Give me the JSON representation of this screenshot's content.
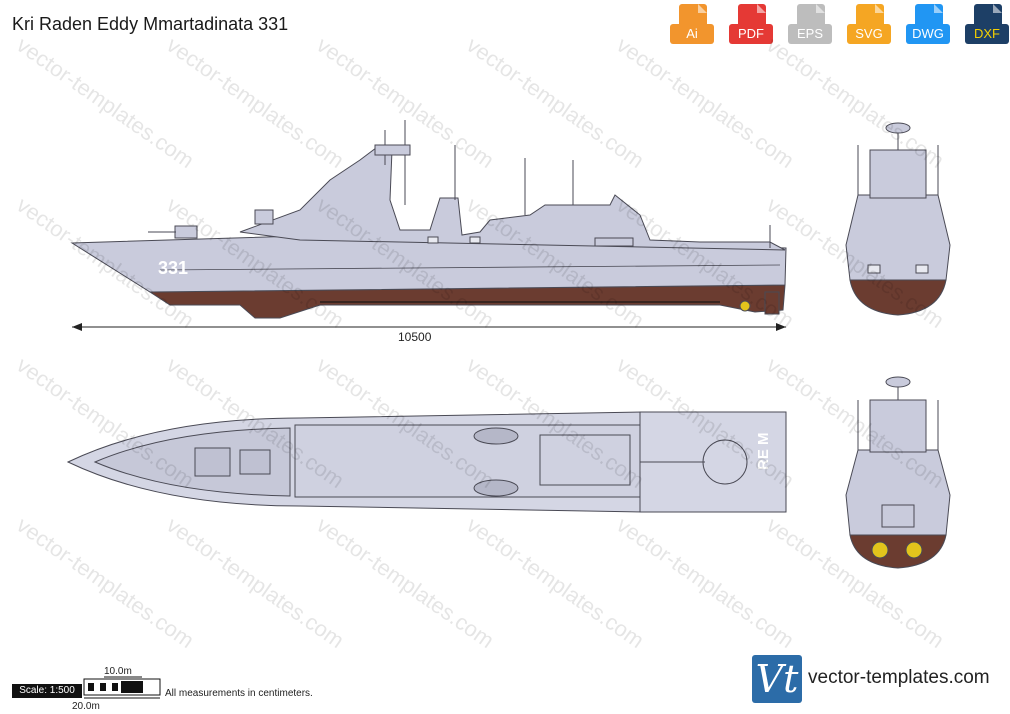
{
  "title": "Kri Raden Eddy Mmartadinata 331",
  "formats": [
    {
      "label": "Ai",
      "color": "#f2952d"
    },
    {
      "label": "PDF",
      "color": "#e53935"
    },
    {
      "label": "EPS",
      "color": "#bdbdbd"
    },
    {
      "label": "SVG",
      "color": "#f5a623"
    },
    {
      "label": "DWG",
      "color": "#2196f3"
    },
    {
      "label": "DXF",
      "color": "#1d3f66"
    }
  ],
  "watermark": "vector-templates.com",
  "hull_number": "331",
  "deck_marking": "RE M",
  "dimension": "10500",
  "scale": {
    "label": "Scale: 1:500",
    "small": "10.0m",
    "large": "20.0m"
  },
  "note": "All measurements in centimeters.",
  "brand": {
    "logo": "Vt",
    "name": "vector-templates.com"
  },
  "colors": {
    "hull_grey": "#c9cbdc",
    "bottom_brown": "#6b3c30",
    "deck_grey": "#d4d6e4",
    "outline": "#4a4a55"
  }
}
